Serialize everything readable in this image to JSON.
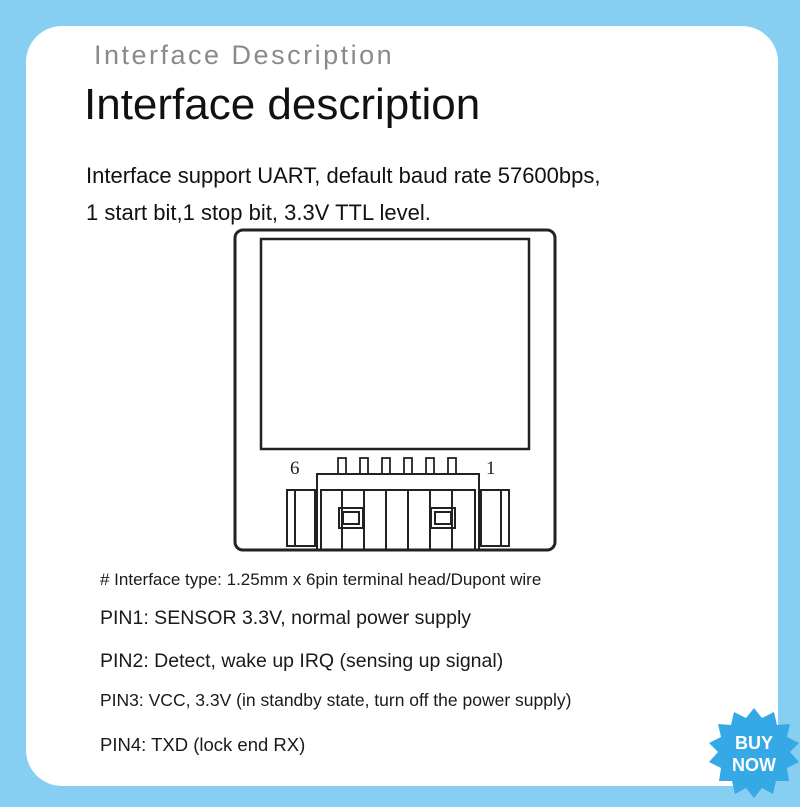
{
  "header": {
    "subtitle": "Interface Description",
    "title": "Interface description"
  },
  "description": {
    "line1": "Interface support UART, default baud rate 57600bps,",
    "line2": "1 start bit,1 stop bit, 3.3V TTL level."
  },
  "diagram": {
    "pin_left_label": "6",
    "pin_right_label": "1"
  },
  "notes": [
    "# Interface type: 1.25mm x 6pin terminal head/Dupont wire",
    "PIN1: SENSOR 3.3V, normal power supply",
    "PIN2: Detect, wake up IRQ (sensing up signal)",
    "PIN3: VCC, 3.3V (in standby state, turn off the power supply)",
    "PIN4: TXD (lock end RX)"
  ],
  "badge": {
    "line1": "BUY",
    "line2": "NOW"
  },
  "colors": {
    "background": "#87cff2",
    "badge": "#35a9e6"
  }
}
